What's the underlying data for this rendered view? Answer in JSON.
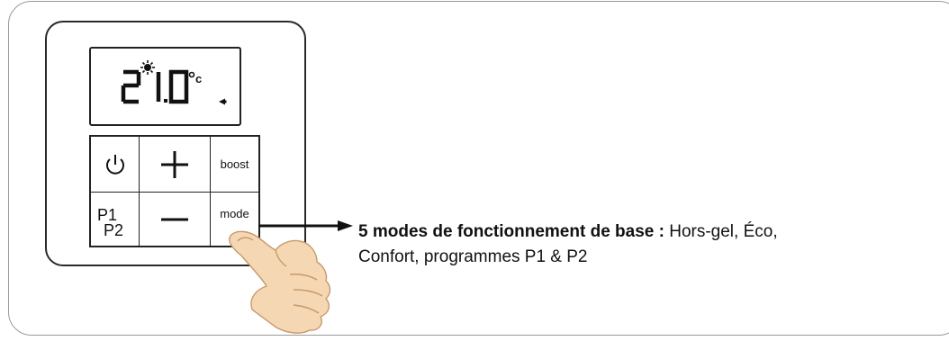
{
  "display": {
    "temp_digits": "21.0",
    "unit": "c",
    "sun_icon": "sun-icon",
    "indicator_icon": "triangle-left-icon"
  },
  "buttons": {
    "power": {
      "icon": "power-icon"
    },
    "plus": {
      "icon": "plus-icon"
    },
    "minus": {
      "icon": "minus-icon"
    },
    "boost": {
      "label": "boost"
    },
    "mode": {
      "label": "mode"
    },
    "p1": "P1",
    "p2": "P2"
  },
  "caption": {
    "bold": "5 modes de fonctionnement de base :",
    "text_line1": " Hors-gel, Éco,",
    "text_line2": "Confort, programmes P1 & P2"
  },
  "colors": {
    "stroke": "#222222",
    "frame": "#9a9a9a",
    "skin": "#f6d7b4",
    "skin_line": "#c59a6a"
  }
}
